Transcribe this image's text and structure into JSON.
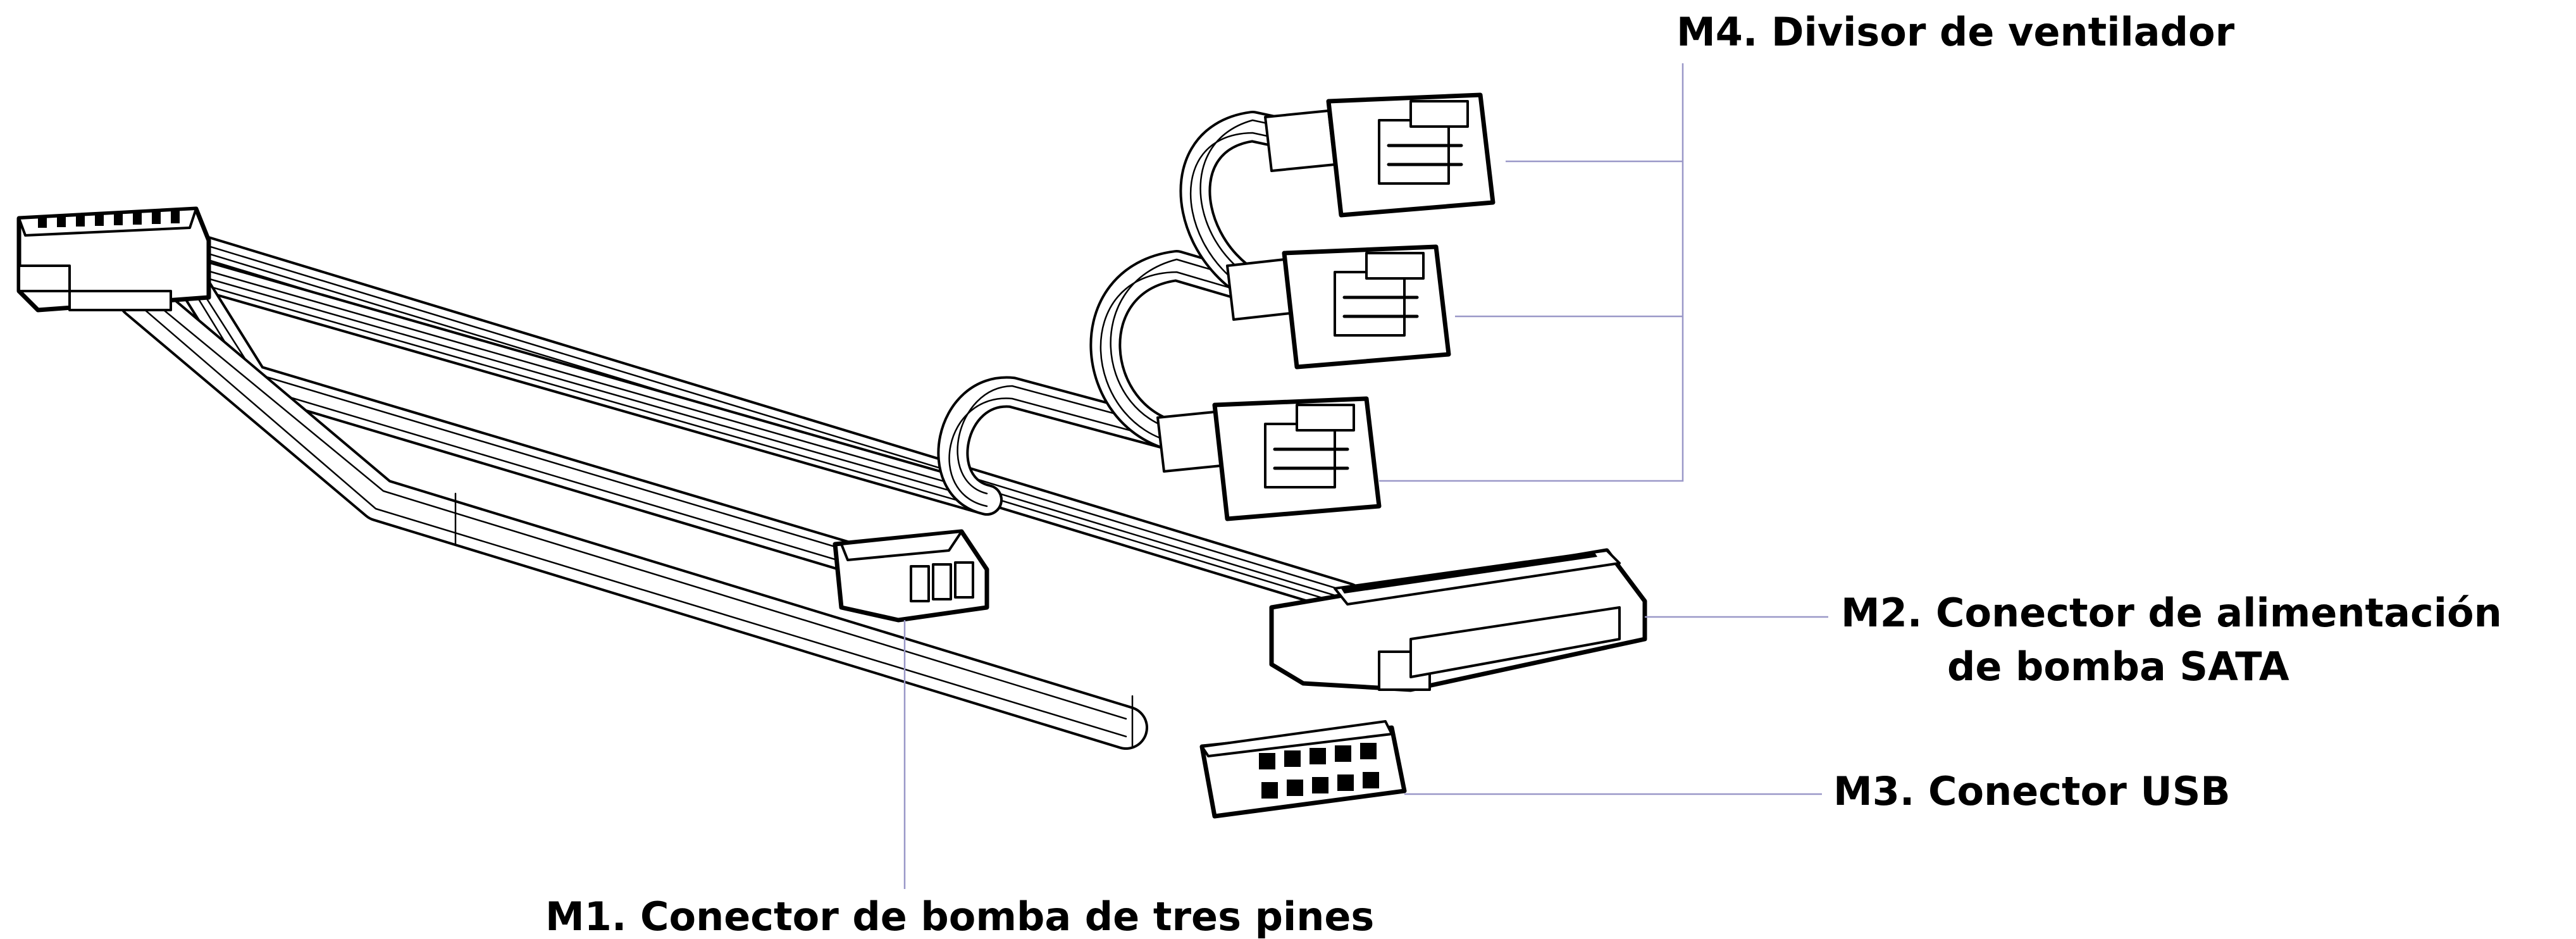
{
  "labels": {
    "m1": "M1.  Conector de bomba de tres pines",
    "m2_line1": "M2.  Conector de alimentación",
    "m2_line2": "de bomba SATA",
    "m3": "M3.  Conector USB",
    "m4": "M4.  Divisor de ventilador"
  },
  "colors": {
    "leader_line": "#9a98c8",
    "outline": "#000000",
    "background": "#ffffff"
  }
}
